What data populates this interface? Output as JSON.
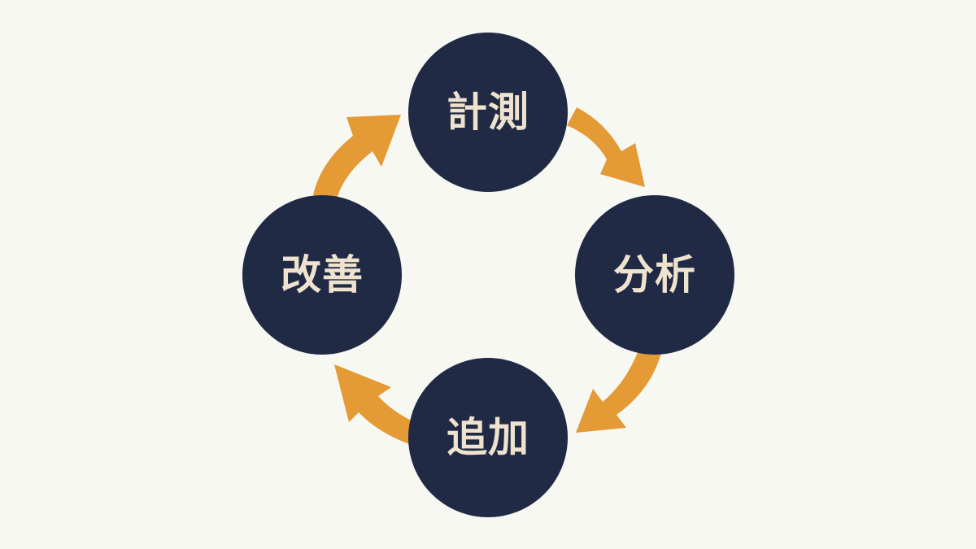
{
  "colors": {
    "background": "#f8f8f3",
    "node_fill": "#212a45",
    "node_text": "#efe3cf",
    "arrow": "#e49a35"
  },
  "cycle": {
    "steps": [
      {
        "label": "計測"
      },
      {
        "label": "分析"
      },
      {
        "label": "追加"
      },
      {
        "label": "改善"
      }
    ],
    "direction": "clockwise"
  }
}
